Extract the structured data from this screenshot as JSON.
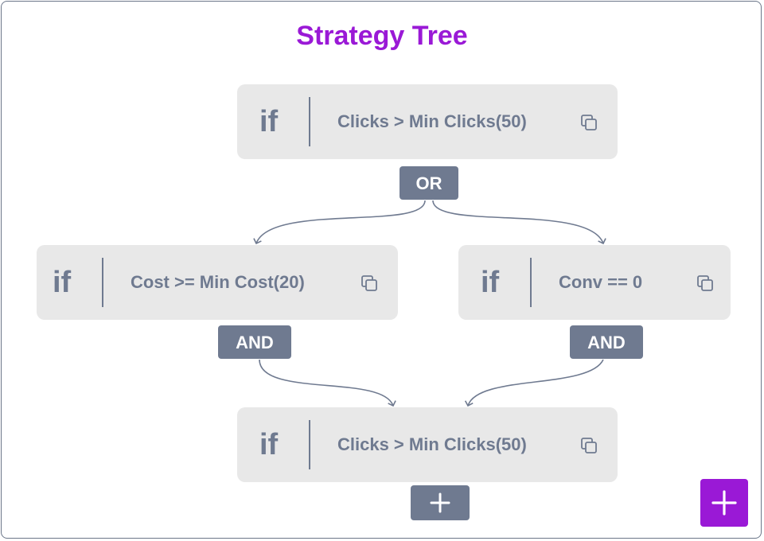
{
  "title": "Strategy Tree",
  "nodes": [
    {
      "keyword": "if",
      "condition": "Clicks > Min Clicks(50)"
    },
    {
      "keyword": "if",
      "condition": "Cost >= Min Cost(20)"
    },
    {
      "keyword": "if",
      "condition": "Conv == 0"
    },
    {
      "keyword": "if",
      "condition": "Clicks > Min Clicks(50)"
    }
  ],
  "operators": {
    "or": "OR",
    "and_left": "AND",
    "and_right": "AND"
  },
  "icons": {
    "copy": "copy-icon",
    "add": "plus-icon",
    "fab": "plus-icon"
  },
  "colors": {
    "accent": "#9a19d6",
    "node_bg": "#e8e8e8",
    "text": "#6f7a90",
    "operator_bg": "#6f7a90"
  }
}
